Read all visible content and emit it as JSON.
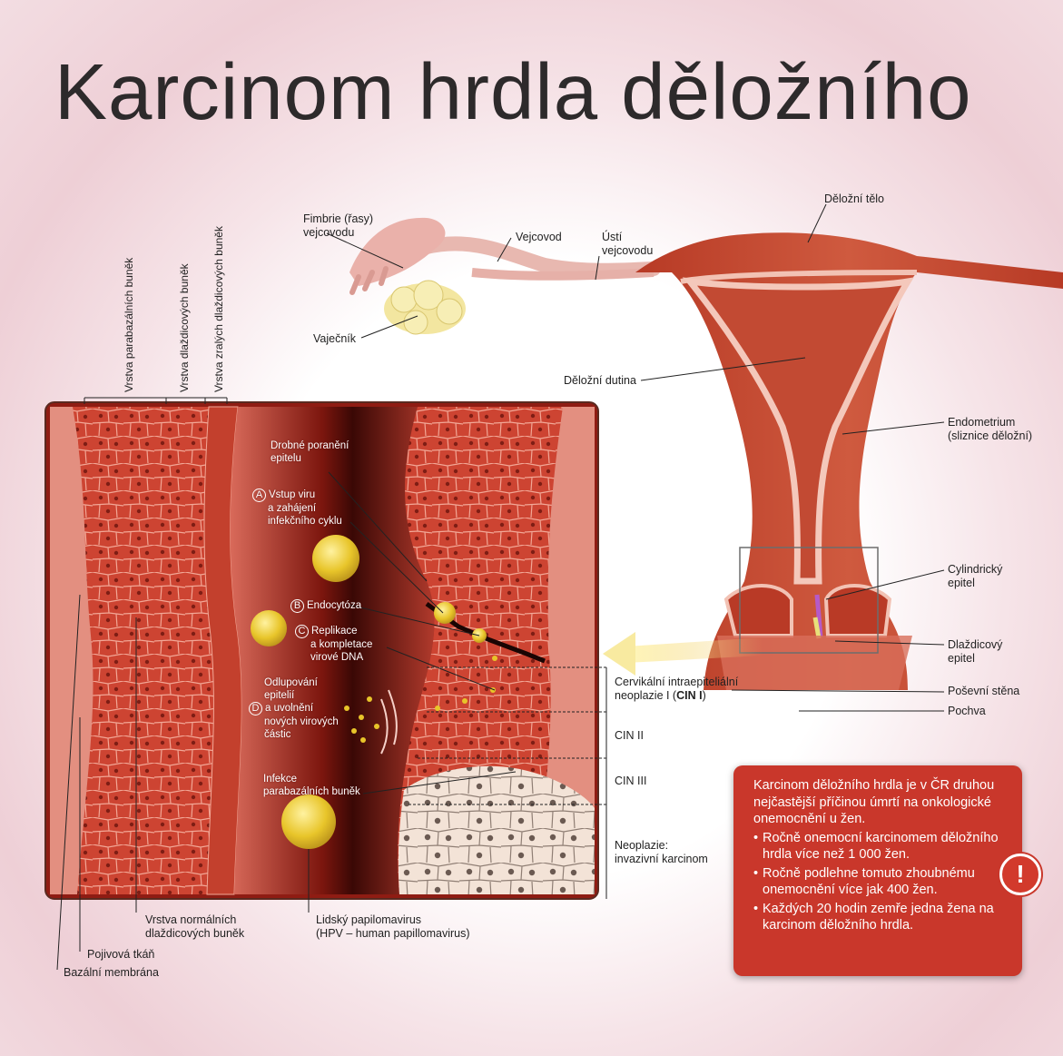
{
  "title": "Karcinom hrdla děložního",
  "labels": {
    "fimbrie": [
      "Fimbrie (řasy)",
      "vejcovodu"
    ],
    "vejcovod": "Vejcovod",
    "usti": [
      "Ústí",
      "vejcovodu"
    ],
    "delozni_telo": "Děložní tělo",
    "vajecnik": "Vaječník",
    "delozni_dutina": "Děložní dutina",
    "endometrium": [
      "Endometrium",
      "(sliznice děložní)"
    ],
    "cylindricky": [
      "Cylindrický",
      "epitel"
    ],
    "dlazdicovy": [
      "Dlaždicový",
      "epitel"
    ],
    "posevni_stena": "Poševní stěna",
    "pochva": "Pochva"
  },
  "layers": {
    "parabazalni": "Vrstva parabazálních buněk",
    "dlazdicove": "Vrstva dlaždicových buněk",
    "zrale": "Vrstva zralých dlaždicových buněk"
  },
  "inset": {
    "drobne": [
      "Drobné poranění",
      "epitelu"
    ],
    "a_marker": "A",
    "a_text": [
      "Vstup viru",
      "a zahájení",
      "infekčního cyklu"
    ],
    "b_marker": "B",
    "b_text": "Endocytóza",
    "c_marker": "C",
    "c_text": [
      "Replikace",
      "a kompletace",
      "virové DNA"
    ],
    "d_marker": "D",
    "d_text": [
      "Odlupování",
      "epitelií",
      "a uvolnění",
      "nových virových",
      "částic"
    ],
    "infekce": [
      "Infekce",
      "parabazálních buněk"
    ]
  },
  "stages": {
    "cin1": [
      "Cervikální intraepiteliální",
      "neoplazie I (",
      "CIN I",
      ")"
    ],
    "cin2": "CIN II",
    "cin3": "CIN III",
    "neoplazie": [
      "Neoplazie:",
      "invazivní karcinom"
    ]
  },
  "bottom_labels": {
    "vrstva_normalnich": [
      "Vrstva normálních",
      "dlaždicových buněk"
    ],
    "hpv": [
      "Lidský papilomavirus",
      "(HPV – human papillomavirus)"
    ],
    "pojivova": "Pojivová tkáň",
    "bazalni": "Bazální membrána"
  },
  "info_box": {
    "intro": "Karcinom děložního hrdla je v ČR druhou nejčastější příčinou úmrtí na onkologické onemocnění u žen.",
    "bullets": [
      "Ročně onemocní karcinomem děložního hrdla více než 1 000 žen.",
      "Ročně podlehne tomuto zhoubnému onemocnění více jak 400 žen.",
      "Každých 20 hodin zemře jedna žena na karcinom děložního hrdla."
    ],
    "alert_icon": "exclamation-icon",
    "alert_symbol": "!"
  },
  "colors": {
    "tissue": "#c8432f",
    "tissue_dark": "#8e1d14",
    "cell_border": "#f4b3a2",
    "box_red": "#c9372b",
    "virus_yellow": "#e8c52a",
    "ovary_yellow": "#f3e6a0"
  }
}
